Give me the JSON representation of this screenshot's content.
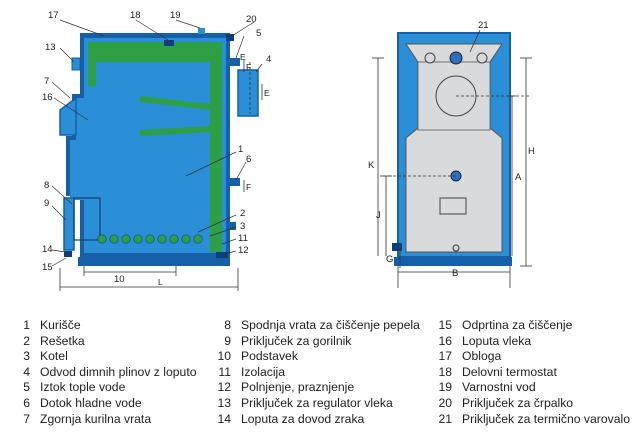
{
  "front_view": {
    "callouts": {
      "c1": "1",
      "c2": "2",
      "c3": "3",
      "c4": "4",
      "c5": "5",
      "c6": "6",
      "c7": "7",
      "c8": "8",
      "c9": "9",
      "c10": "10",
      "c11": "11",
      "c12": "12",
      "c13": "13",
      "c14": "14",
      "c15": "15",
      "c16": "16",
      "c17": "17",
      "c18": "18",
      "c19": "19",
      "c20": "20"
    },
    "dims": {
      "E_top": "E",
      "E_side": "E",
      "F_top": "F",
      "F_mid": "F",
      "L": "L"
    }
  },
  "side_view": {
    "callouts": {
      "c21": "21"
    },
    "dims": {
      "K": "K",
      "H": "H",
      "A": "A",
      "J": "J",
      "G": "G",
      "B": "B"
    }
  },
  "colors": {
    "casing": "#2a8fd6",
    "casing_dark": "#1560a8",
    "heat_exchanger": "#2da047",
    "side_panel": "#d9dadb",
    "port": "#2a70c8"
  },
  "legend": [
    [
      {
        "n": "1",
        "text": "Kurišče"
      },
      {
        "n": "2",
        "text": "Rešetka"
      },
      {
        "n": "3",
        "text": "Kotel"
      },
      {
        "n": "4",
        "text": "Odvod dimnih plinov z loputo"
      },
      {
        "n": "5",
        "text": "Iztok tople vode"
      },
      {
        "n": "6",
        "text": "Dotok hladne vode"
      },
      {
        "n": "7",
        "text": "Zgornja kurilna vrata"
      }
    ],
    [
      {
        "n": "8",
        "text": "Spodnja vrata za čiščenje pepela"
      },
      {
        "n": "9",
        "text": "Priključek za gorilnik"
      },
      {
        "n": "10",
        "text": "Podstavek"
      },
      {
        "n": "11",
        "text": "Izolacija"
      },
      {
        "n": "12",
        "text": "Polnjenje, praznjenje"
      },
      {
        "n": "13",
        "text": "Priključek za regulator vleka"
      },
      {
        "n": "14",
        "text": "Loputa za dovod zraka"
      }
    ],
    [
      {
        "n": "15",
        "text": "Odprtina za čiščenje"
      },
      {
        "n": "16",
        "text": "Loputa vleka"
      },
      {
        "n": "17",
        "text": "Obloga"
      },
      {
        "n": "18",
        "text": "Delovni termostat"
      },
      {
        "n": "19",
        "text": "Varnostni vod"
      },
      {
        "n": "20",
        "text": "Priključek za črpalko"
      },
      {
        "n": "21",
        "text": "Priključek za termično varovalo"
      }
    ]
  ]
}
